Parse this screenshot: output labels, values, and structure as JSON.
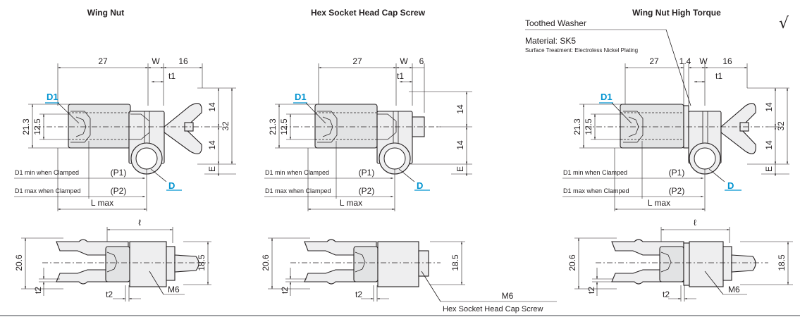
{
  "views": [
    {
      "title": "Wing Nut",
      "d1": "D1",
      "d": "D",
      "dims": {
        "w27": "27",
        "w": "W",
        "r16": "16",
        "t1": "t1",
        "h213": "21.3",
        "h125": "12.5",
        "h14a": "14",
        "h14b": "14",
        "h32": "32",
        "e": "E",
        "p1": "(P1)",
        "p2": "(P2)",
        "lmax": "L  max",
        "ell": "ℓ",
        "h206": "20.6",
        "h185": "18.5",
        "t2a": "t2",
        "t2b": "t2",
        "m6": "M6"
      },
      "d1min": "D1 min when Clamped",
      "d1max": "D1 max when Clamped"
    },
    {
      "title": "Hex Socket Head Cap Screw",
      "d1": "D1",
      "d": "D",
      "dims": {
        "w27": "27",
        "w": "W",
        "r6": "6",
        "t1": "t1",
        "h213": "21.3",
        "h125": "12.5",
        "h14a": "14",
        "h14b": "14",
        "e": "E",
        "p1": "(P1)",
        "p2": "(P2)",
        "lmax": "L  max",
        "h206": "20.6",
        "h185": "18.5",
        "t2a": "t2",
        "t2b": "t2",
        "m6": "M6",
        "hex": "Hex Socket Head Cap Screw"
      },
      "d1min": "D1 min when Clamped",
      "d1max": "D1 max when Clamped"
    },
    {
      "title": "Wing Nut High Torque",
      "d1": "D1",
      "d": "D",
      "dims": {
        "w27": "27",
        "w14": "1.4",
        "w": "W",
        "r16": "16",
        "t1": "t1",
        "h213": "21.3",
        "h125": "12.5",
        "h14a": "14",
        "h14b": "14",
        "h32": "32",
        "e": "E",
        "p1": "(P1)",
        "p2": "(P2)",
        "lmax": "L  max",
        "ell": "ℓ",
        "h206": "20.6",
        "h185": "18.5",
        "t2a": "t2",
        "t2b": "t2",
        "m6": "M6"
      },
      "d1min": "D1 min when Clamped",
      "d1max": "D1 max when Clamped",
      "washer": "Toothed Washer",
      "material": "Material: SK5",
      "surface": "Surface Treatment: Electroless Nickel Plating"
    }
  ],
  "checkmark": "√"
}
